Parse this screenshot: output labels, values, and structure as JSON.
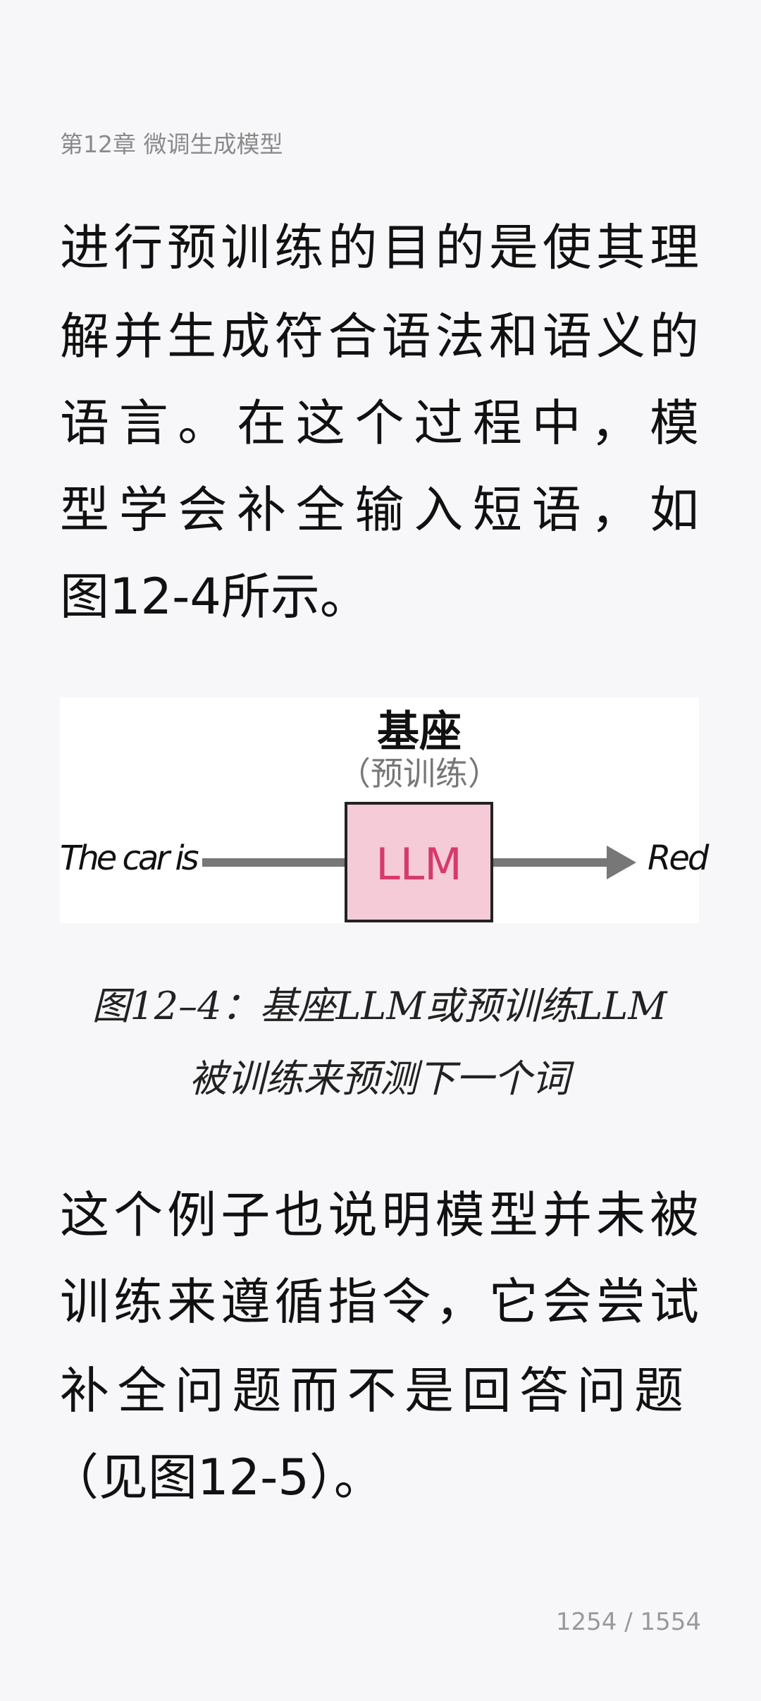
{
  "header": {
    "chapter": "第12章 微调生成模型"
  },
  "paragraph1": {
    "lines": [
      "进行预训练的目的是使其理",
      "解并生成符合语法和语义的",
      "语言。在这个过程中，模",
      "型学会补全输入短语，如",
      "图12-4所示。"
    ]
  },
  "figure": {
    "title": "基座",
    "subtitle": "（预训练）",
    "input": "The car is",
    "model": "LLM",
    "output": "Red",
    "colors": {
      "box_fill": "#f4cbd6",
      "model_text": "#d63a6e",
      "arrow": "#777777"
    }
  },
  "caption": {
    "lines": [
      "图12–4：基座LLM或预训练LLM",
      "被训练来预测下一个词"
    ]
  },
  "paragraph2": {
    "lines": [
      "这个例子也说明模型并未被",
      "训练来遵循指令，它会尝试",
      "补全问题而不是回答问题",
      "（见图12-5）。"
    ]
  },
  "footer": {
    "page": "1254 / 1554"
  }
}
